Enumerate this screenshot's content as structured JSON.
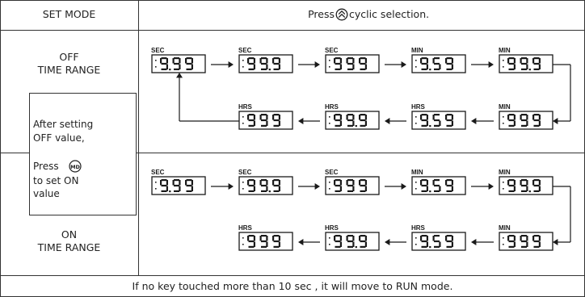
{
  "header": {
    "col1": "SET MODE",
    "col2_prefix": "Press",
    "col2_suffix": "cyclic selection.",
    "up_button_icon": "double-chevron-up-circle-icon"
  },
  "off_row": {
    "label_line1": "OFF",
    "label_line2": "TIME RANGE"
  },
  "on_row": {
    "label_line1": "ON",
    "label_line2": "TIME RANGE"
  },
  "note": {
    "line1": "After setting",
    "line2": "OFF value,",
    "line3_prefix": "Press",
    "md_badge": "MD",
    "line4": "to set ON",
    "line5": "value"
  },
  "footer": "If no key touched more than 10 sec , it will move to RUN mode.",
  "displays": {
    "top_row": [
      {
        "unit": "SEC",
        "value": "9.99"
      },
      {
        "unit": "SEC",
        "value": "99.9"
      },
      {
        "unit": "SEC",
        "value": "999"
      },
      {
        "unit": "MIN",
        "value": "9.59"
      },
      {
        "unit": "MIN",
        "value": "99.9"
      }
    ],
    "bottom_row": [
      {
        "unit": "HRS",
        "value": "999"
      },
      {
        "unit": "HRS",
        "value": "99.9"
      },
      {
        "unit": "HRS",
        "value": "9.59"
      },
      {
        "unit": "MIN",
        "value": "999"
      }
    ]
  }
}
